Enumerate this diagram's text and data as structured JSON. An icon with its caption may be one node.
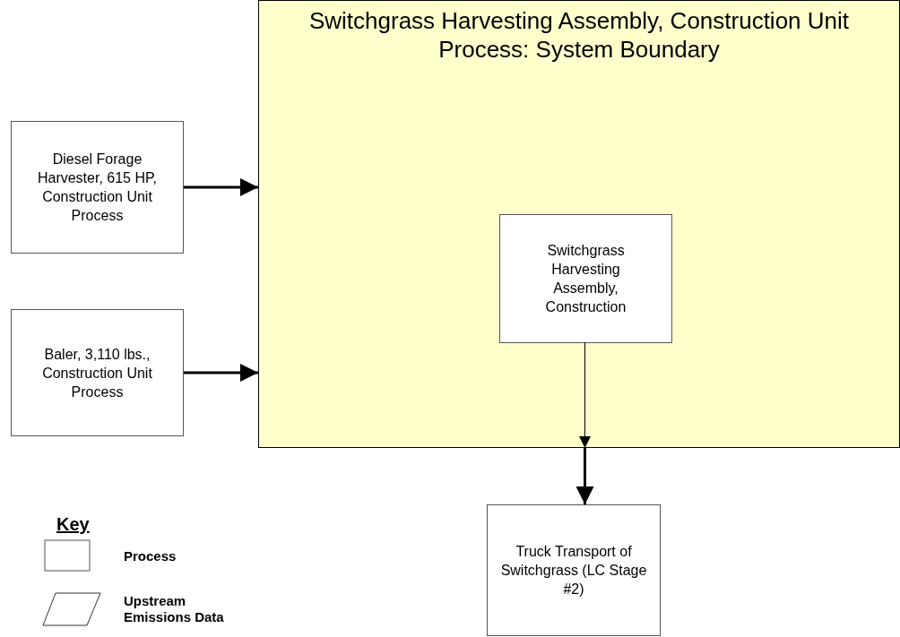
{
  "diagram": {
    "nodes": [
      {
        "text": [
          "Switchgrass Harvesting Assembly, Construction Unit Process: System Boundary"
        ]
      },
      {
        "text": [
          "Diesel Forage Harvester, 615 HP, Construction Unit Process"
        ]
      },
      {
        "text": [
          "Baler, 3,110 lbs., Construction Unit Process"
        ]
      },
      {
        "text": [
          "Switchgrass Harvesting Assembly, Construction"
        ],
        "in": 0
      },
      {
        "text": [
          "Truck Transport of Switchgrass (LC Stage #2)"
        ]
      }
    ],
    "edges": [
      {
        "from": 1,
        "to": 0,
        "arrow": "to"
      },
      {
        "from": 2,
        "to": 0,
        "arrow": "to"
      },
      {
        "from": 3,
        "to": 0,
        "arrow": "to"
      },
      {
        "from": 0,
        "to": 4,
        "arrow": "to"
      }
    ],
    "labels": [
      "Key"
    ],
    "legend": [
      {
        "text": "Process"
      },
      {
        "text": "Upstream Emissions Data"
      }
    ]
  }
}
